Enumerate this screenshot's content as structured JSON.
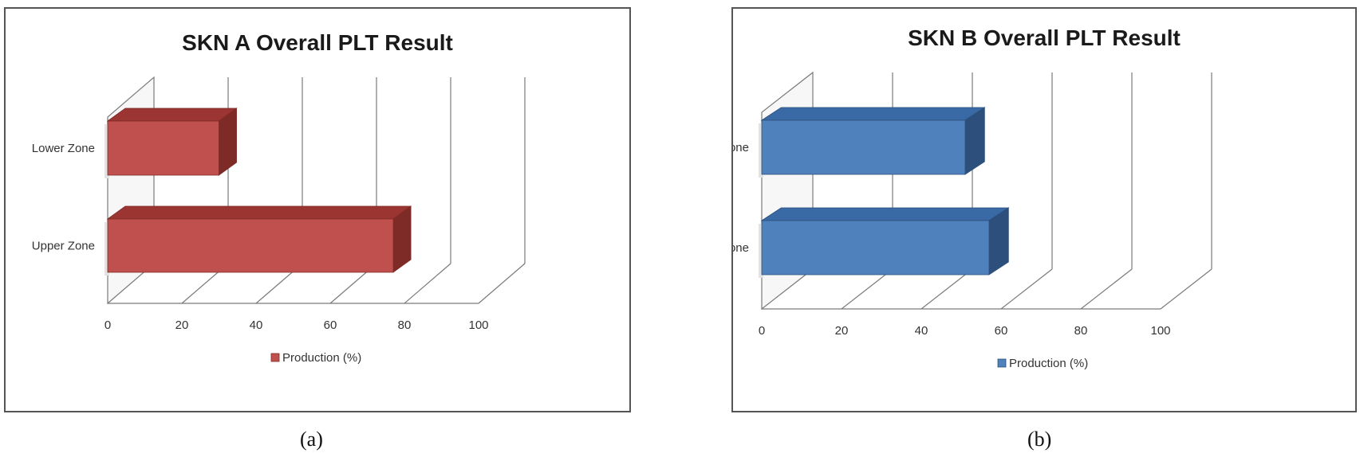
{
  "captions": [
    "(a)",
    "(b)"
  ],
  "chart_data": [
    {
      "type": "bar",
      "orientation": "horizontal",
      "title": "SKN A Overall PLT Result",
      "categories": [
        "Lower Zone",
        "Upper Zone"
      ],
      "series": [
        {
          "name": "Production (%)",
          "values": [
            30,
            77
          ]
        }
      ],
      "xticks": [
        "0",
        "20",
        "40",
        "60",
        "80",
        "100"
      ],
      "xlim": [
        0,
        100
      ],
      "grid": true,
      "legend_position": "bottom",
      "colors": {
        "front": "#c0504d",
        "top": "#9a3532",
        "side": "#7e2b28"
      }
    },
    {
      "type": "bar",
      "orientation": "horizontal",
      "title": "SKN B Overall PLT Result",
      "categories": [
        "Lower Zone",
        "Upper Zone"
      ],
      "series": [
        {
          "name": "Production (%)",
          "values": [
            51,
            57
          ]
        }
      ],
      "xticks": [
        "0",
        "20",
        "40",
        "60",
        "80",
        "100"
      ],
      "xlim": [
        0,
        100
      ],
      "grid": true,
      "legend_position": "bottom",
      "colors": {
        "front": "#4f81bd",
        "top": "#3a6aa5",
        "side": "#2c4f7c"
      }
    }
  ]
}
